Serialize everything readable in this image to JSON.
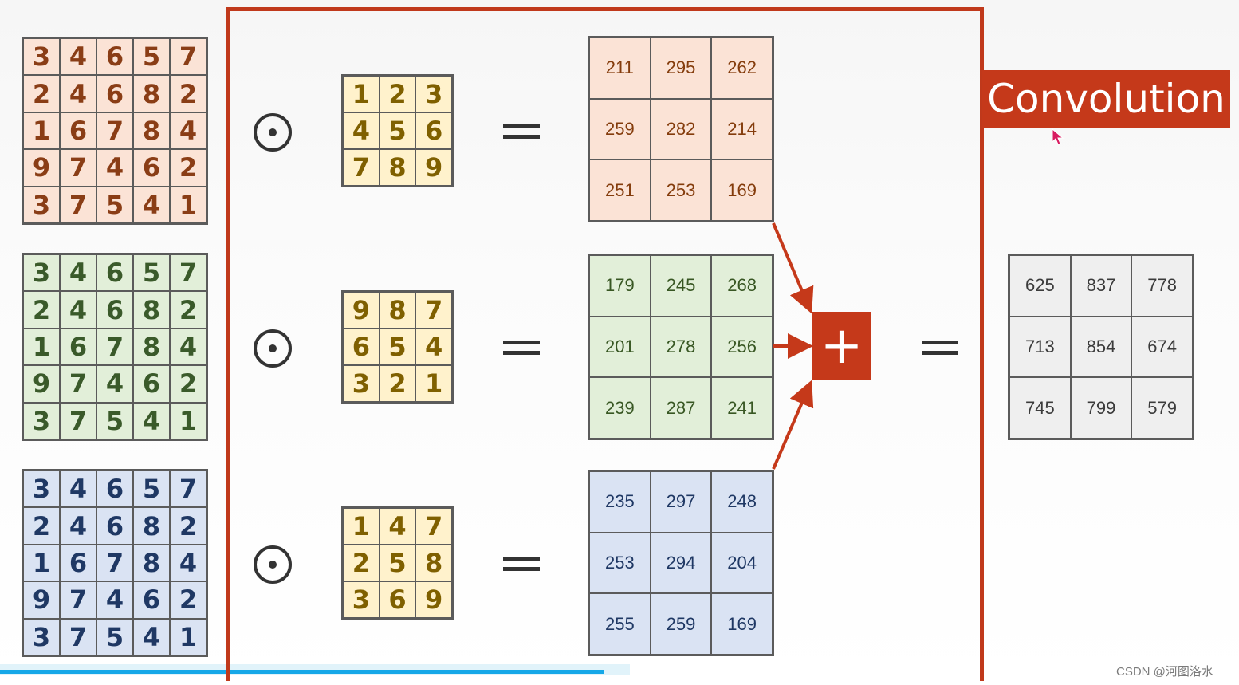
{
  "title": "Convolution",
  "watermark": "CSDN @河图洛水",
  "playback": {
    "progress_fraction": 0.487
  },
  "input_matrix": [
    [
      3,
      4,
      6,
      5,
      7
    ],
    [
      2,
      4,
      6,
      8,
      2
    ],
    [
      1,
      6,
      7,
      8,
      4
    ],
    [
      9,
      7,
      4,
      6,
      2
    ],
    [
      3,
      7,
      5,
      4,
      1
    ]
  ],
  "kernels": [
    [
      [
        1,
        2,
        3
      ],
      [
        4,
        5,
        6
      ],
      [
        7,
        8,
        9
      ]
    ],
    [
      [
        9,
        8,
        7
      ],
      [
        6,
        5,
        4
      ],
      [
        3,
        2,
        1
      ]
    ],
    [
      [
        1,
        4,
        7
      ],
      [
        2,
        5,
        8
      ],
      [
        3,
        6,
        9
      ]
    ]
  ],
  "channel_results": [
    [
      [
        211,
        295,
        262
      ],
      [
        259,
        282,
        214
      ],
      [
        251,
        253,
        169
      ]
    ],
    [
      [
        179,
        245,
        268
      ],
      [
        201,
        278,
        256
      ],
      [
        239,
        287,
        241
      ]
    ],
    [
      [
        235,
        297,
        248
      ],
      [
        253,
        294,
        204
      ],
      [
        255,
        259,
        169
      ]
    ]
  ],
  "sum_result": [
    [
      625,
      837,
      778
    ],
    [
      713,
      854,
      674
    ],
    [
      745,
      799,
      579
    ]
  ],
  "operators": {
    "plus": "+"
  },
  "colors": {
    "accent": "#c5391a",
    "red_channel": "#fbe3d6",
    "green_channel": "#e2efd9",
    "blue_channel": "#dae3f3",
    "kernel": "#fff2cc",
    "result": "#efefef"
  }
}
